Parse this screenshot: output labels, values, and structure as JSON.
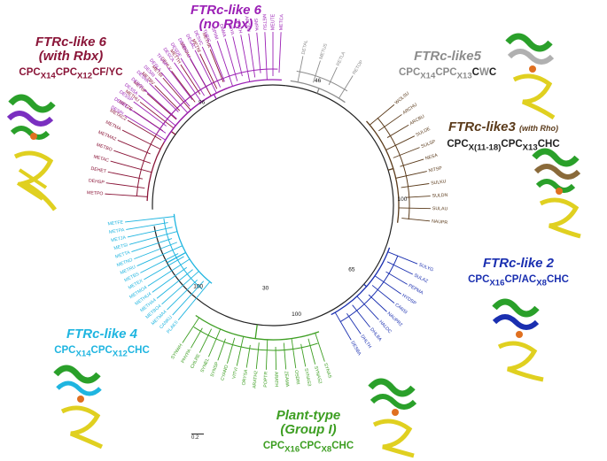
{
  "groups": [
    {
      "id": "g6nr",
      "title": "FTRc-like 6",
      "subtitle": "(no Rbx)",
      "formula": "",
      "color": "#9b1fb5"
    },
    {
      "id": "g6r",
      "title": "FTRc-like 6",
      "subtitle": "(with Rbx)",
      "formula": "CPCX14CPCX12CF/YC",
      "color": "#8a1538"
    },
    {
      "id": "g5",
      "title": "FTRc-like5",
      "subtitle": "",
      "formula": "CPCX14CPCX13CWC",
      "color": "#8c8c8c"
    },
    {
      "id": "g3",
      "title": "FTRc-like3",
      "subtitle": "(with Rho)",
      "formula": "CPCX(11-18)CPCX13CHC",
      "color": "#5a3a1a"
    },
    {
      "id": "g2",
      "title": "FTRc-like 2",
      "subtitle": "",
      "formula": "CPCX16CP/ACX8CHC",
      "color": "#1a2fb0"
    },
    {
      "id": "g4",
      "title": "FTRc-like 4",
      "subtitle": "",
      "formula": "CPCX14CPCX12CHC",
      "color": "#1fb5e0"
    },
    {
      "id": "g1",
      "title": "Plant-type",
      "subtitle": "(Group I)",
      "formula": "CPCX16CPCX8CHC",
      "color": "#3d9e22"
    }
  ],
  "bootstrap": [
    "46",
    "100",
    "65",
    "100",
    "30",
    "100",
    "96"
  ],
  "leaves": {
    "g6nr": [
      "DESPI",
      "DESPE",
      "DESSP",
      "DESSA",
      "DESGI",
      "DESVA",
      "DESRI",
      "DESLA",
      "TFUSP",
      "DESCA",
      "DESDE",
      "DESBO",
      "DESAC",
      "DESVC",
      "THEIS",
      "SPIIM",
      "DAMA",
      "BHYA",
      "SRITH",
      "ARCFU",
      "SMPA",
      "METSU",
      "MEUTE",
      "METCA"
    ],
    "g6r": [
      "METPO",
      "DEHSP",
      "DEHET",
      "METAC",
      "METBO",
      "METMA2",
      "METMA",
      "METAC2",
      "METZE",
      "METHU",
      "METSP",
      "METBV",
      "METBI",
      "DEHLY",
      "METTH",
      "MEHAU",
      "METNI",
      "METHA"
    ],
    "g5": [
      "DETAL",
      "METUS",
      "RETLA",
      "RETOP"
    ],
    "g3": [
      "WOLSU",
      "ARCHU",
      "ARCBU",
      "SULDE",
      "SULSP",
      "NESA",
      "NITSP",
      "SULKU",
      "SULDN",
      "SULAU",
      "NAUPR"
    ],
    "g2": [
      "SULYG",
      "SULAZ",
      "PEPMA",
      "HYDSP",
      "CANSI",
      "NAUPR2",
      "HALOC",
      "DHLBA",
      "DHLTH",
      "DESBA"
    ],
    "g4": [
      "PLAKS",
      "CANKU",
      "METMA4",
      "METBO4",
      "METHA4",
      "METHU4",
      "METMO4",
      "METEX",
      "METBS",
      "METRU",
      "METNO",
      "METTA",
      "METSI",
      "METJA",
      "METPA",
      "METFE"
    ],
    "g1": [
      "SYNAS",
      "SYNAS2",
      "SYNAS3",
      "OSDRI",
      "ZEAMA",
      "ARATH",
      "POPTR",
      "ARATH2",
      "ORYSA",
      "VITVI",
      "CYANO",
      "SYNSP",
      "SYNEL",
      "CHLRE",
      "PHYPA",
      "SYNWH"
    ]
  },
  "scale_label": "0.2"
}
